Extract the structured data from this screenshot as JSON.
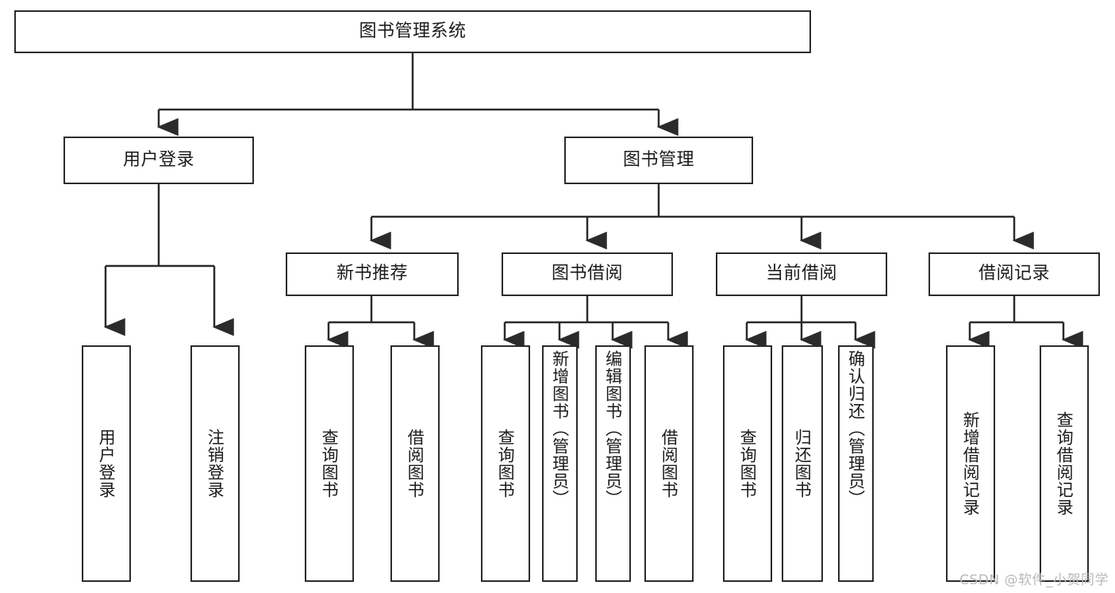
{
  "diagram": {
    "type": "tree-hierarchy",
    "title": "图书管理系统",
    "colors": {
      "box_border": "#2b2b2b",
      "box_fill": "#ffffff",
      "connector": "#2b2b2b",
      "text": "#1b1b1b",
      "watermark": "#b9b9b9"
    },
    "root": {
      "label": "图书管理系统"
    },
    "level2": [
      {
        "label": "用户登录"
      },
      {
        "label": "图书管理"
      }
    ],
    "level3": [
      {
        "label": "新书推荐"
      },
      {
        "label": "图书借阅"
      },
      {
        "label": "当前借阅"
      },
      {
        "label": "借阅记录"
      }
    ],
    "leaves": [
      {
        "label": "用户登录",
        "parent": "用户登录"
      },
      {
        "label": "注销登录",
        "parent": "用户登录"
      },
      {
        "label": "查询图书",
        "parent": "新书推荐"
      },
      {
        "label": "借阅图书",
        "parent": "新书推荐"
      },
      {
        "label": "查询图书",
        "parent": "图书借阅"
      },
      {
        "label": "新增图书（管理员）",
        "parent": "图书借阅"
      },
      {
        "label": "编辑图书（管理员）",
        "parent": "图书借阅"
      },
      {
        "label": "借阅图书",
        "parent": "图书借阅"
      },
      {
        "label": "查询图书",
        "parent": "当前借阅"
      },
      {
        "label": "归还图书",
        "parent": "当前借阅"
      },
      {
        "label": "确认归还（管理员）",
        "parent": "当前借阅"
      },
      {
        "label": "新增借阅记录",
        "parent": "借阅记录"
      },
      {
        "label": "查询借阅记录",
        "parent": "借阅记录"
      }
    ]
  },
  "watermark": {
    "text": "CSDN @软件_小贺同学"
  }
}
